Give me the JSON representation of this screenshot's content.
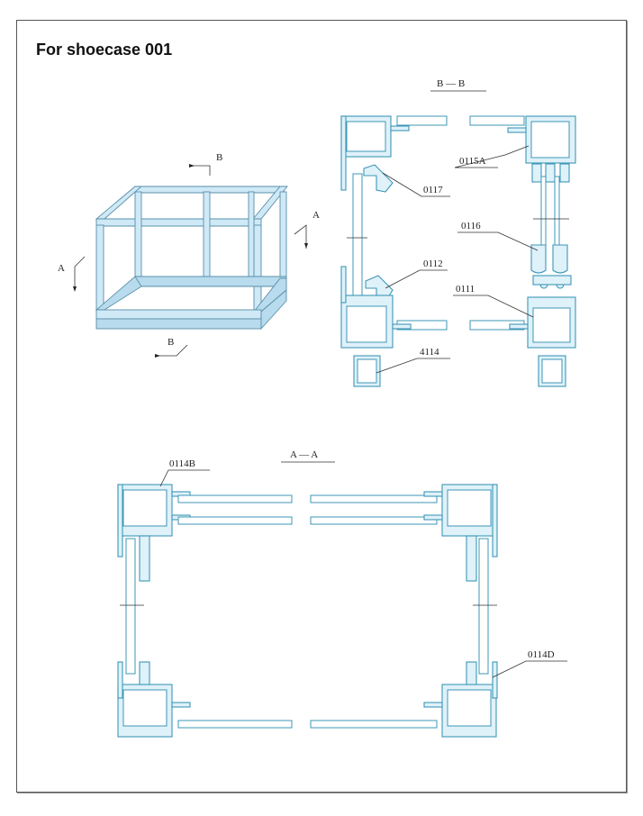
{
  "title": "For shoecase 001",
  "section_bb": {
    "label": "B — B"
  },
  "section_aa": {
    "label": "A — A"
  },
  "iso_markers": {
    "b_top": "B",
    "b_bottom": "B",
    "a_left": "A",
    "a_right": "A"
  },
  "parts": {
    "p0115a": "0115A",
    "p0117": "0117",
    "p0116": "0116",
    "p0112": "0112",
    "p0111": "0111",
    "p4114": "4114",
    "p0114b": "0114B",
    "p0114d": "0114D"
  },
  "colors": {
    "profile": "#3e97b7",
    "profile_fill": "#dff1f9",
    "frame": "#cfe9f7"
  }
}
